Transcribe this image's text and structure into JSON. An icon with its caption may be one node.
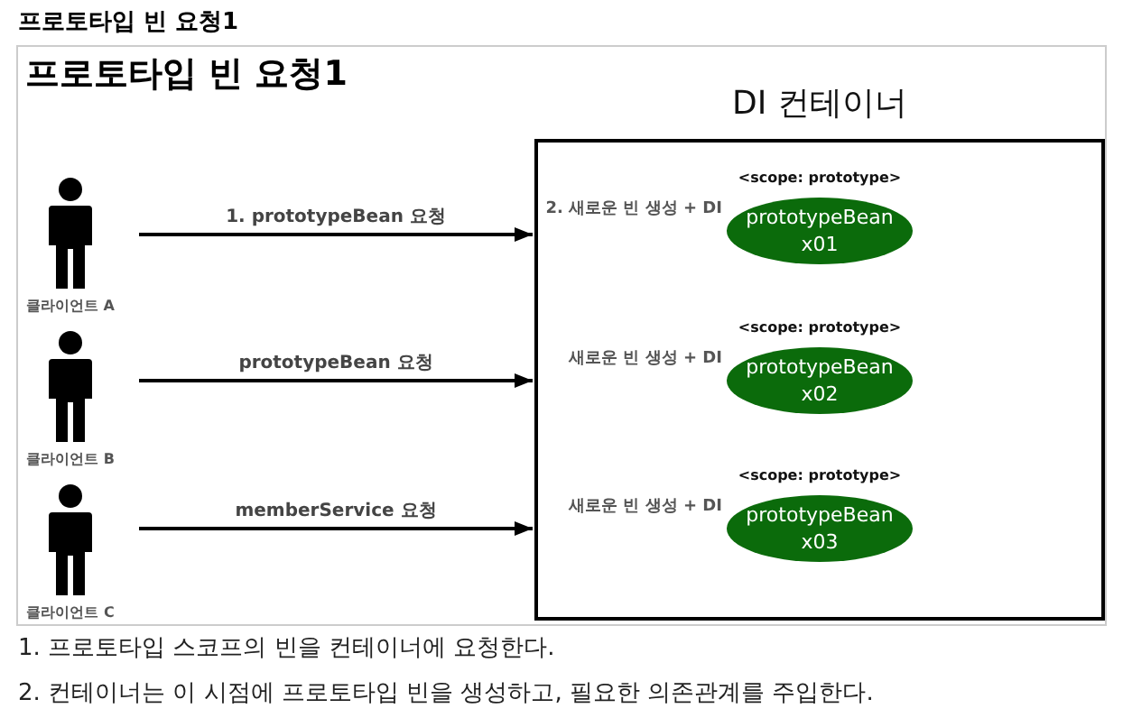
{
  "diagram": {
    "title": "프로토타입 빈 요청1",
    "nodes": [
      {
        "text": [
          "DI 컨테이너"
        ]
      },
      {
        "text": [],
        "shape": "person",
        "beside": [
          "클라이언트 A"
        ]
      },
      {
        "text": [],
        "shape": "person",
        "beside": [
          "클라이언트 B"
        ]
      },
      {
        "text": [],
        "shape": "person",
        "beside": [
          "클라이언트 C"
        ]
      },
      {
        "text": [
          "prototypeBean x01"
        ],
        "in": 0,
        "beside": [
          "<scope: prototype>",
          "2. 새로운 빈 생성 + DI"
        ]
      },
      {
        "text": [
          "prototypeBean x02"
        ],
        "in": 0,
        "beside": [
          "<scope: prototype>",
          "새로운 빈 생성 + DI"
        ]
      },
      {
        "text": [
          "prototypeBean x03"
        ],
        "in": 0,
        "beside": [
          "<scope: prototype>",
          "새로운 빈 생성 + DI"
        ]
      }
    ],
    "edges": [
      {
        "from": 1,
        "to": 0,
        "arrow": "to",
        "label": "1. prototypeBean 요청"
      },
      {
        "from": 2,
        "to": 0,
        "arrow": "to",
        "label": "prototypeBean 요청"
      },
      {
        "from": 3,
        "to": 0,
        "arrow": "to",
        "label": "memberService 요청"
      }
    ],
    "labels": [
      "프로토타입 빈 요청1",
      "1. 프로토타입 스코프의 빈을 컨테이너에 요청한다.",
      "2. 컨테이너는 이 시점에 프로토타입 빈을 생성하고, 필요한 의존관계를 주입한다."
    ]
  }
}
